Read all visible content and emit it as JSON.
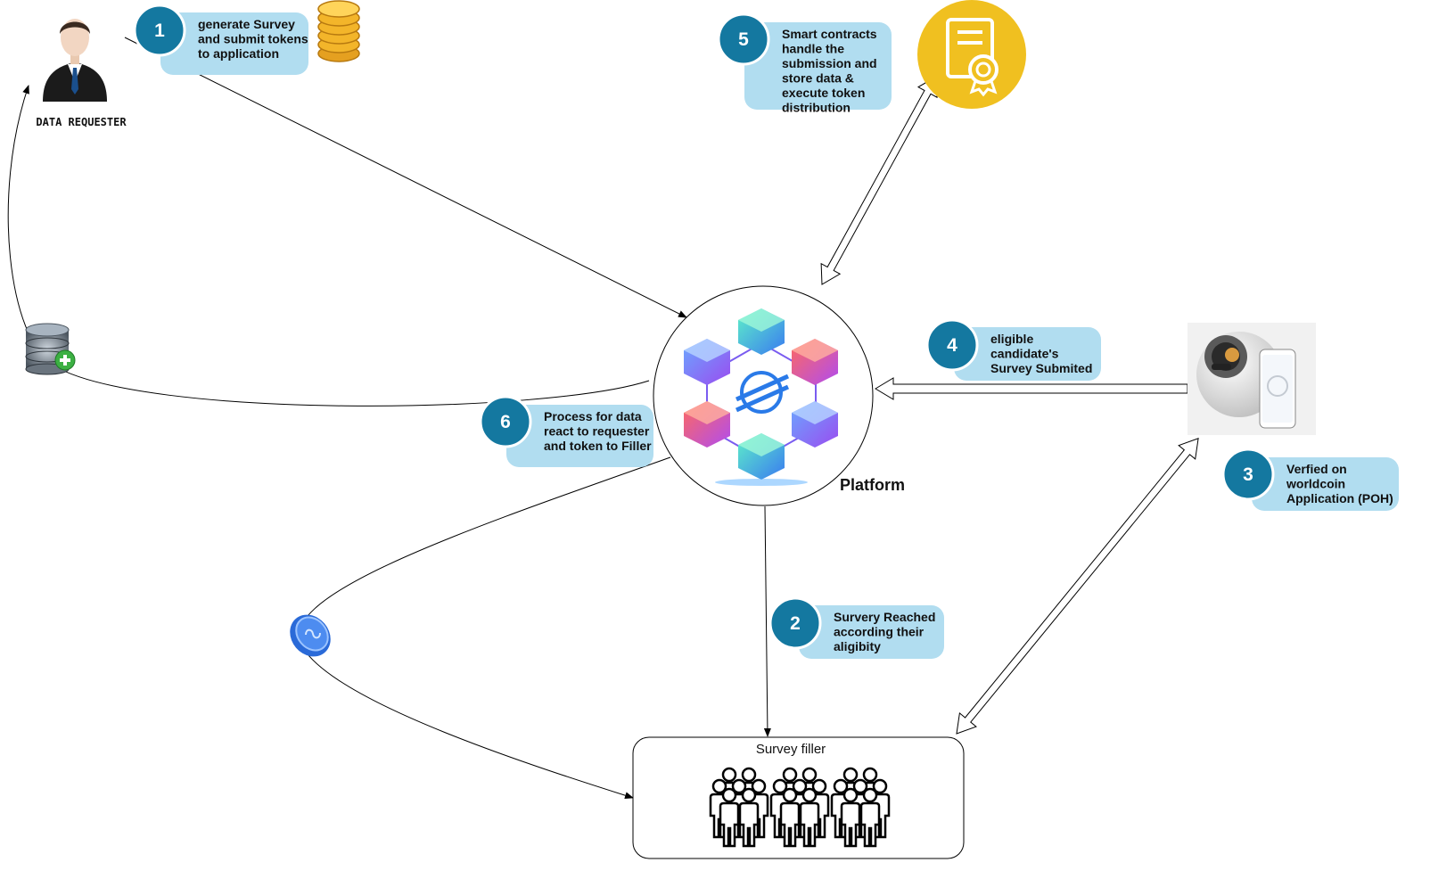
{
  "colors": {
    "badge": "#1478a0",
    "callout": "#b1ddf0",
    "certificate": "#f0c020",
    "coin": "#f3b52a",
    "line": "#000000"
  },
  "actors": {
    "requester_label": "DATA REQUESTER",
    "platform_label": "Platform",
    "filler_label": "Survey filler"
  },
  "icons": {
    "requester": "businessman-icon",
    "coins": "coin-stack-icon",
    "certificate": "certificate-icon",
    "database": "database-add-icon",
    "platform": "blockchain-hexagon-icon",
    "orb": "worldcoin-orb-icon",
    "token": "polygon-token-icon",
    "crowd": "people-group-icon"
  },
  "steps": [
    {
      "num": "1",
      "lines": [
        "generate Survey",
        "and submit tokens",
        "to application"
      ]
    },
    {
      "num": "2",
      "lines": [
        "Survery Reached",
        "according their",
        "aligibity"
      ]
    },
    {
      "num": "3",
      "lines": [
        "Verfied on",
        "worldcoin",
        "Application (POH)"
      ]
    },
    {
      "num": "4",
      "lines": [
        "eligible",
        "candidate's",
        "Survey Submited"
      ]
    },
    {
      "num": "5",
      "lines": [
        "Smart contracts",
        "handle the",
        "submission and",
        "store data &",
        "execute token",
        "distribution"
      ]
    },
    {
      "num": "6",
      "lines": [
        "Process for data",
        "react to requester",
        "and token to Filler"
      ]
    }
  ]
}
